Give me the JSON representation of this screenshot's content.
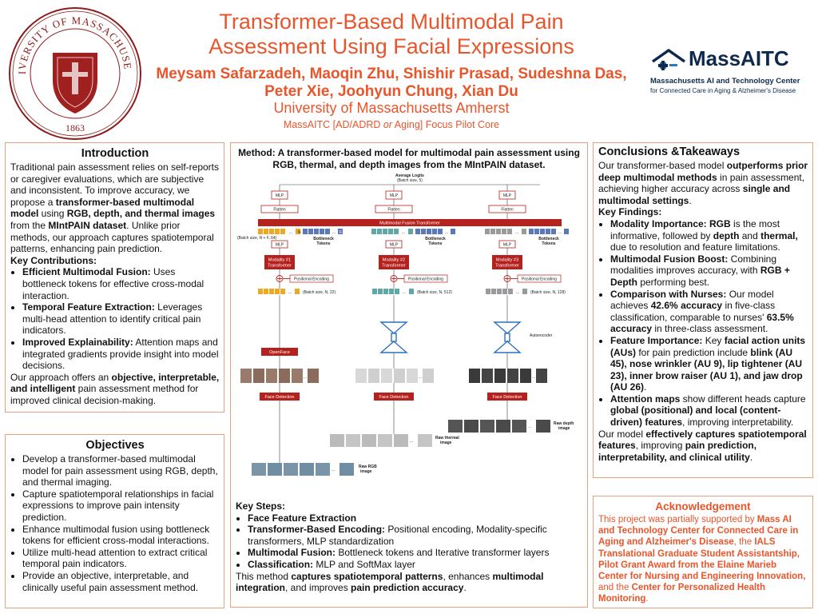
{
  "header": {
    "title_line1": "Transformer-Based Multimodal Pain",
    "title_line2": "Assessment Using Facial Expressions",
    "authors_line1": "Meysam Safarzadeh, Maoqin Zhu, Shishir Prasad, Sudeshna Das,",
    "authors_line2": "Peter Xie, Joohyun Chung, Xian Du",
    "university": "University of Massachusetts Amherst",
    "core_prefix": "MassAITC [AD/ADRD ",
    "core_or": "or",
    "core_suffix": " Aging] Focus Pilot Core"
  },
  "seal": {
    "top_text": "UNIVERSITY OF MASSACHUSETTS",
    "year": "1863"
  },
  "logo": {
    "word": "MassAITC",
    "line1": "Massachusetts AI and Technology Center",
    "line2": "for Connected Care in Aging & Alzheimer's Disease"
  },
  "introduction": {
    "heading": "Introduction",
    "p1_a": "Traditional pain assessment relies on self-reports or caregiver evaluations, which are subjective and inconsistent. To improve accuracy, we propose a ",
    "p1_b": "transformer-based multimodal model",
    "p1_c": " using ",
    "p1_d": "RGB, depth, and thermal images",
    "p1_e": " from the ",
    "p1_f": "MIntPAIN dataset",
    "p1_g": ". Unlike prior methods, our approach captures spatiotemporal patterns, enhancing pain prediction.",
    "contrib_heading": "Key Contributions:",
    "items": [
      {
        "b": "Efficient Multimodal Fusion:",
        "t": " Uses bottleneck tokens for effective cross-modal interaction."
      },
      {
        "b": "Temporal Feature Extraction:",
        "t": " Leverages multi-head attention to identify critical pain indicators."
      },
      {
        "b": "Improved Explainability:",
        "t": " Attention maps and integrated gradients provide insight into model decisions."
      }
    ],
    "p2_a": "Our approach offers an ",
    "p2_b": "objective, interpretable, and intelligent",
    "p2_c": " pain assessment method for improved clinical decision-making."
  },
  "objectives": {
    "heading": "Objectives",
    "items": [
      "Develop a transformer-based multimodal model for pain assessment using RGB, depth, and thermal imaging.",
      "Capture spatiotemporal relationships in facial expressions to improve pain intensity prediction.",
      "Enhance multimodal fusion using bottleneck tokens for efficient cross-modal interactions.",
      "Utilize multi-head attention to extract critical temporal pain indicators.",
      "Provide an objective, interpretable, and clinically useful pain assessment method."
    ]
  },
  "method": {
    "heading": "Method: A transformer-based model for multimodal pain assessment using RGB, thermal, and depth images from the MIntPAIN dataset.",
    "diagram": {
      "average_logits": "Average Logits",
      "batch_5": "(Batch size, 5)",
      "mlp": "MLP",
      "flatten": "Flatten",
      "fusion": "Multimodal Fusion Transformer",
      "bottleneck": "Bottleneck",
      "tokens": "Tokens",
      "batch_n_f": "(Batch size, N + F, 64)",
      "mod1": "Modality #1",
      "mod2": "Modality #2",
      "mod3": "Modality #3",
      "transformer": "Transformer",
      "pos_enc": "Positional Encoding",
      "batch_22": "(Batch size, N, 22)",
      "batch_512": "(Batch size, N, 512)",
      "batch_128": "(Batch size, N, 128)",
      "openface": "OpenFace",
      "autoencoder": "Autoencoder",
      "face_detection": "Face Detection",
      "raw_depth": "Raw depth",
      "raw_thermal": "Raw thermal",
      "raw_rgb": "Raw RGB",
      "image": "image",
      "token_n": "N",
      "token_f": "F",
      "ellipsis": "..."
    },
    "steps_heading": "Key Steps:",
    "steps": [
      {
        "b": "Face Feature Extraction",
        "t": ""
      },
      {
        "b": "Transformer-Based Encoding:",
        "t": " Positional encoding, Modality-specific transformers, MLP standardization"
      },
      {
        "b": "Multimodal Fusion:",
        "t": " Bottleneck tokens and Iterative transformer layers"
      },
      {
        "b": "Classification:",
        "t": " MLP and SoftMax layer"
      }
    ],
    "closing_a": "This method ",
    "closing_b": "captures spatiotemporal patterns",
    "closing_c": ", enhances ",
    "closing_d": "multimodal integration",
    "closing_e": ", and improves ",
    "closing_f": "pain prediction accuracy",
    "closing_g": "."
  },
  "conclusions": {
    "heading": "Conclusions &Takeaways",
    "p1_a": "Our transformer-based model ",
    "p1_b": "outperforms prior deep multimodal methods",
    "p1_c": " in pain assessment, achieving higher accuracy across ",
    "p1_d": "single and multimodal settings",
    "p1_e": ".",
    "findings_heading": "Key Findings:",
    "f1_b": "Modality Importance: RGB",
    "f1_c": " is the most informative, followed by ",
    "f1_d": "depth",
    "f1_e": " and ",
    "f1_f": "thermal,",
    "f1_g": " due to resolution and feature limitations.",
    "f2_b": "Multimodal Fusion Boost:",
    "f2_c": " Combining modalities improves accuracy, with ",
    "f2_d": "RGB + Depth",
    "f2_e": " performing best.",
    "f3_b": "Comparison with Nurses:",
    "f3_c": " Our model achieves ",
    "f3_d": "42.6% accuracy",
    "f3_e": " in five-class classification, comparable to nurses' ",
    "f3_f": "63.5% accuracy",
    "f3_g": " in three-class assessment.",
    "f4_b": "Feature Importance:",
    "f4_c": " Key ",
    "f4_d": "facial action units (AUs)",
    "f4_e": " for pain prediction include ",
    "f4_f": "blink (AU 45), nose wrinkler (AU 9), lip tightener (AU 23), inner brow raiser (AU 1), and jaw drop (AU 26)",
    "f4_g": ".",
    "f5_b": "Attention maps",
    "f5_c": " show different heads capture ",
    "f5_d": "global (positional) and local (content-driven) features",
    "f5_e": ", improving interpretability.",
    "p2_a": "Our model ",
    "p2_b": "effectively captures spatiotemporal features",
    "p2_c": ", improving ",
    "p2_d": "pain prediction, interpretability, and clinical utility",
    "p2_e": "."
  },
  "acknowledgement": {
    "heading": "Acknowledgement",
    "a": "This project was partially supported by ",
    "b": "Mass AI and Technology Center for Connected Care in Aging and Alzheimer's Disease",
    "c": ", the ",
    "d": "IALS Translational Graduate Student Assistantship, Pilot Grant Award from the Elaine Marieb Center for Nursing and Engineering Innovation,",
    "e": " and the ",
    "f": "Center for Personalized Health Monitoring",
    "g": "."
  },
  "colors": {
    "accent": "#e8552a",
    "maroon": "#b5211d",
    "navy": "#0d2a4d",
    "token_orange": "#f0a824",
    "token_teal": "#5fa8a6",
    "token_gray": "#9a9a9a",
    "token_blue": "#5b79b8"
  }
}
